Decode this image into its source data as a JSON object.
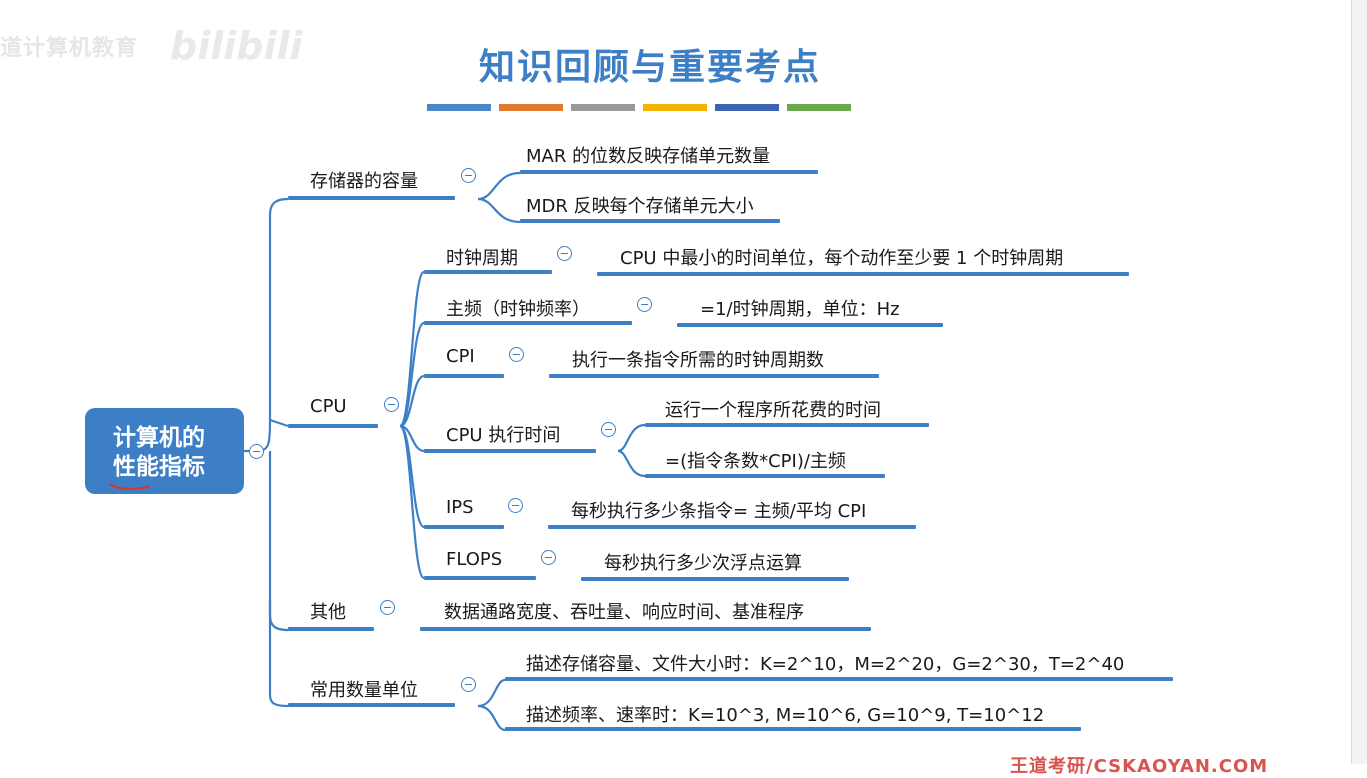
{
  "watermark": {
    "text": "道计算机教育",
    "logo": "bilibili"
  },
  "title": "知识回顾与重要考点",
  "title_bar_colors": [
    "#4a86c8",
    "#e27a2e",
    "#9a9a9a",
    "#f2b400",
    "#3d64b2",
    "#6aa84f"
  ],
  "root": {
    "line1": "计算机的",
    "line2": "性能指标"
  },
  "branches": {
    "storage": {
      "label": "存储器的容量",
      "items": [
        "MAR 的位数反映存储单元数量",
        "MDR 反映每个存储单元大小"
      ]
    },
    "cpu": {
      "label": "CPU",
      "clock_cycle": {
        "label": "时钟周期",
        "desc": "CPU 中最小的时间单位，每个动作至少要 1 个时钟周期"
      },
      "frequency": {
        "label": "主频（时钟频率）",
        "desc": "=1/时钟周期，单位：Hz"
      },
      "cpi": {
        "label": "CPI",
        "desc": "执行一条指令所需的时钟周期数"
      },
      "exec_time": {
        "label": "CPU 执行时间",
        "items": [
          "运行一个程序所花费的时间",
          "=(指令条数*CPI)/主频"
        ]
      },
      "ips": {
        "label": "IPS",
        "desc": "每秒执行多少条指令= 主频/平均 CPI"
      },
      "flops": {
        "label": "FLOPS",
        "desc": "每秒执行多少次浮点运算"
      }
    },
    "other": {
      "label": "其他",
      "desc": "数据通路宽度、吞吐量、响应时间、基准程序"
    },
    "units": {
      "label": "常用数量单位",
      "items": [
        "描述存储容量、文件大小时：K=2^10，M=2^20，G=2^30，T=2^40",
        "描述频率、速率时：K=10^3, M=10^6, G=10^9, T=10^12"
      ]
    }
  },
  "footer": "王道考研/CSKAOYAN.COM"
}
